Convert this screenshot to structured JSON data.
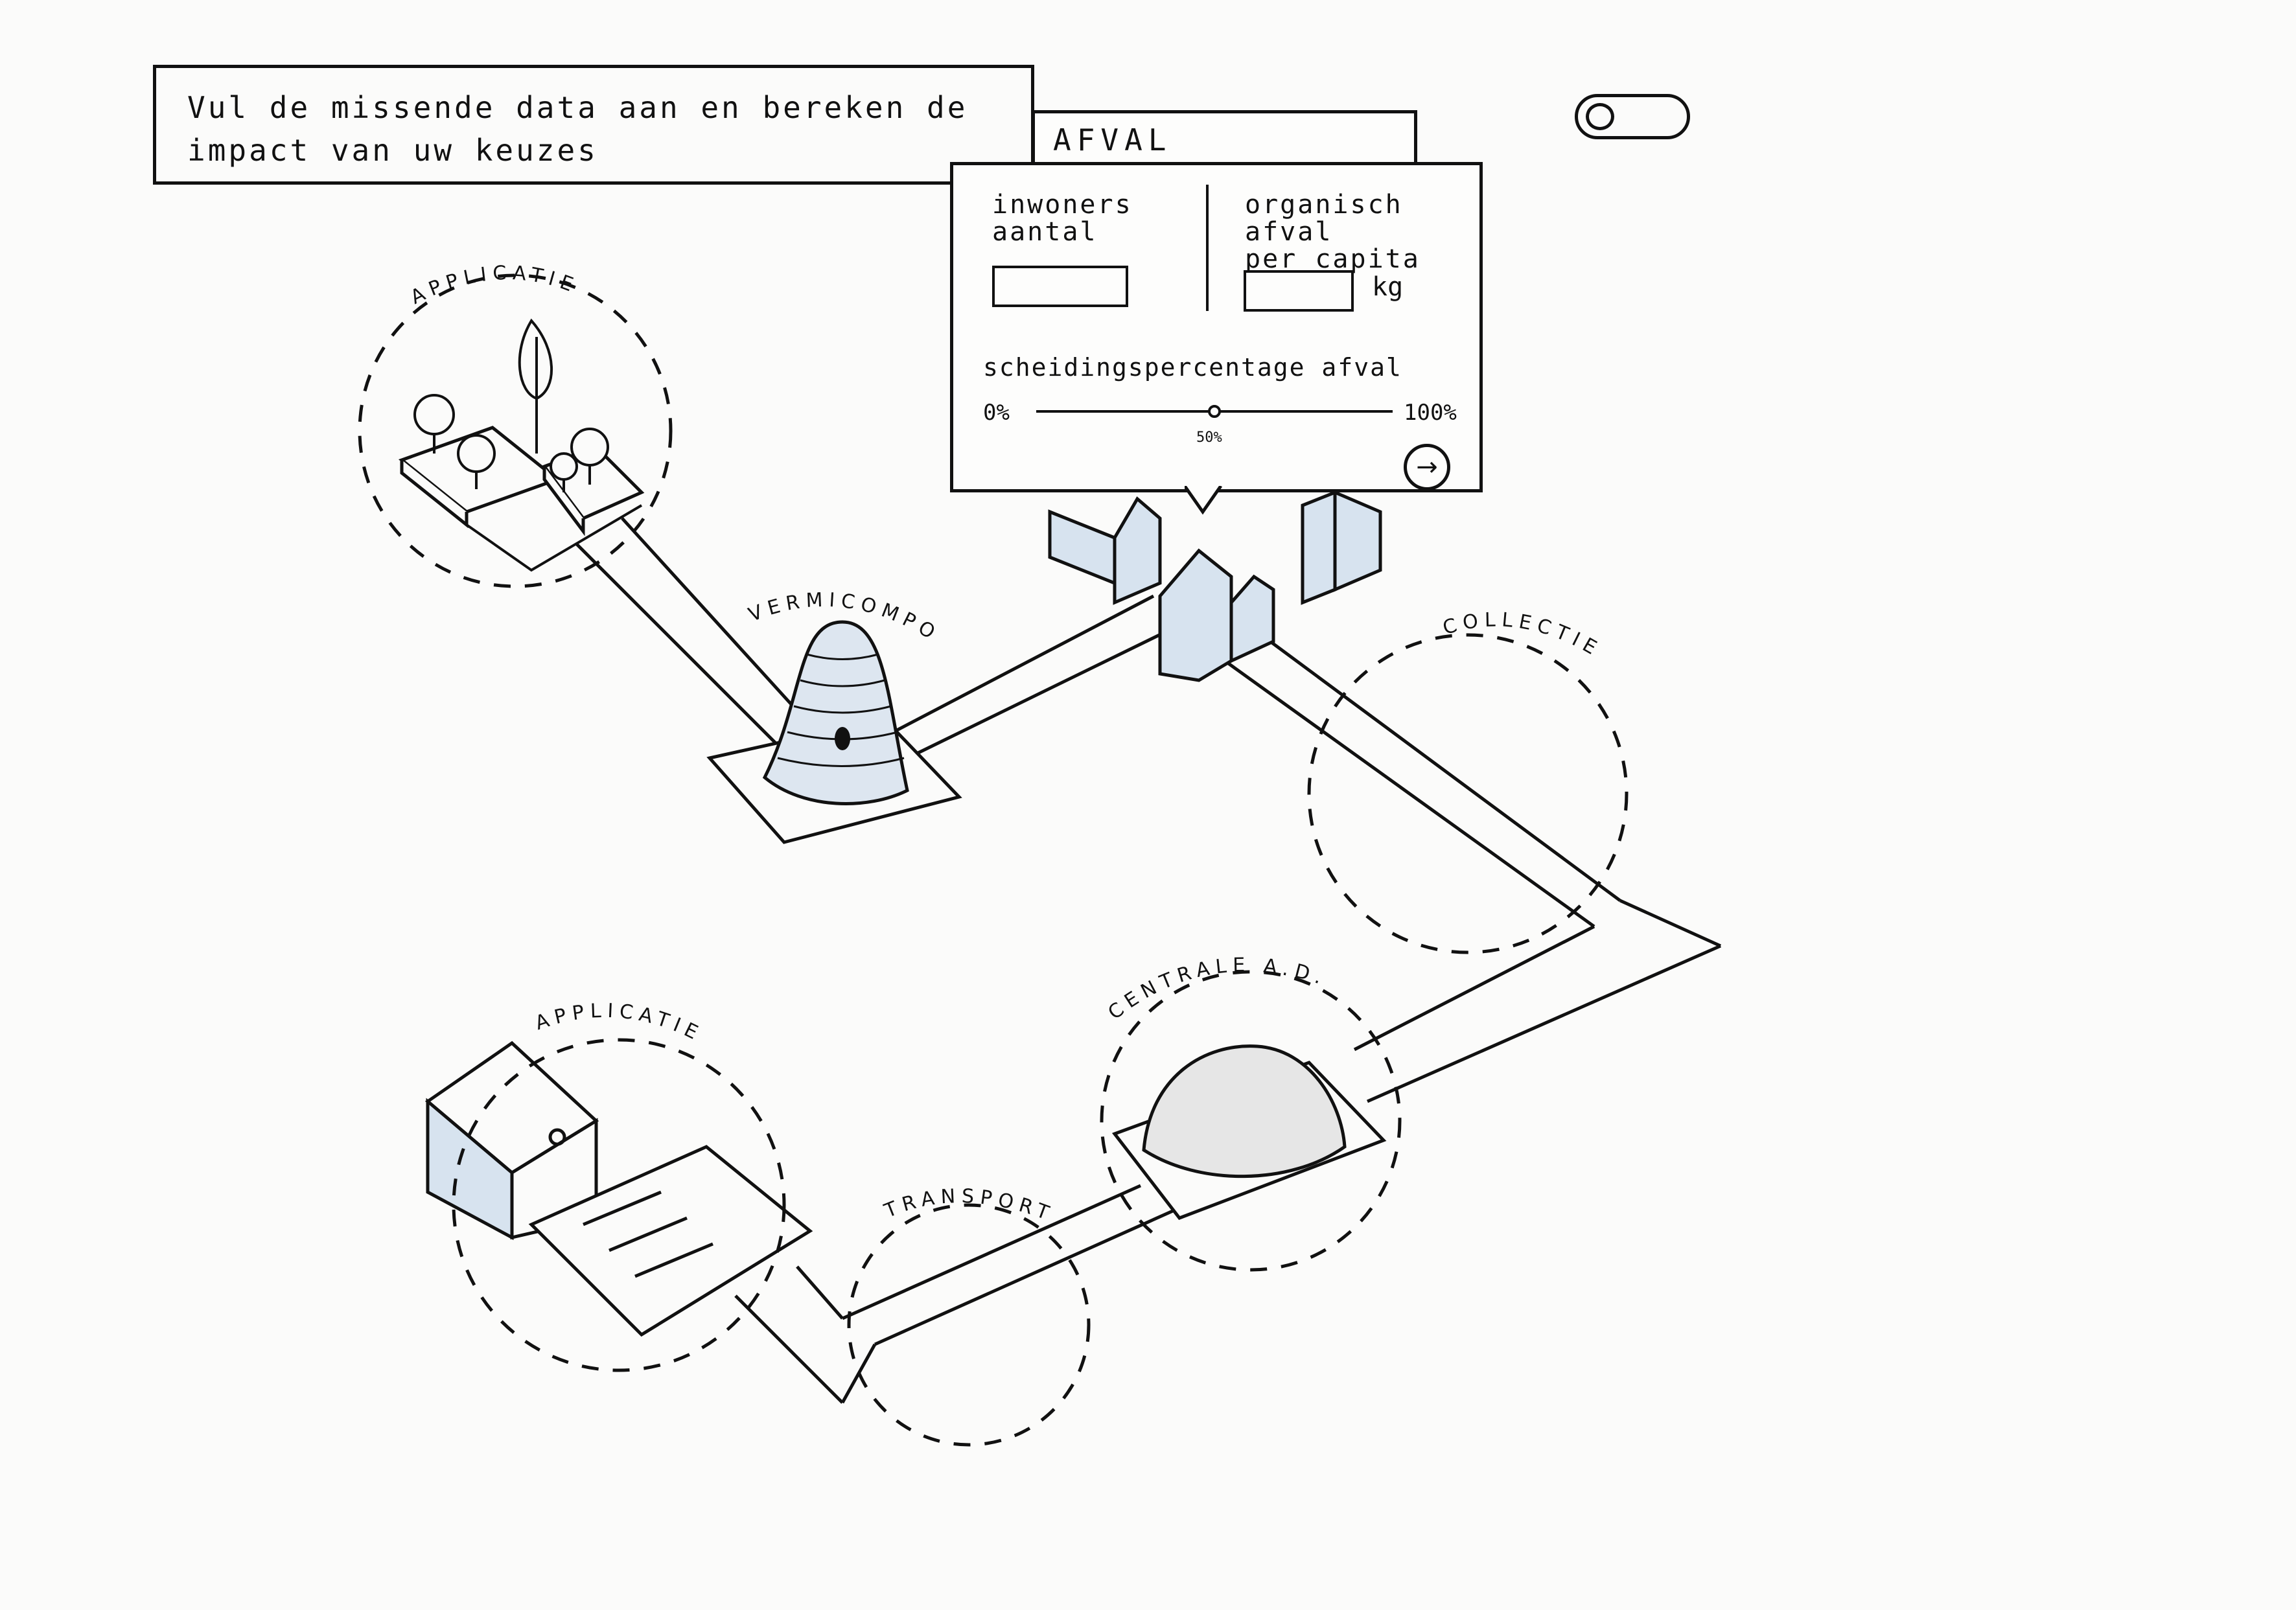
{
  "instruction": {
    "text": "Vul de missende data aan en bereken de impact van uw keuzes"
  },
  "toggle": {
    "state": "off"
  },
  "panel": {
    "title": "AFVAL PRODUCTIE",
    "inhabitants": {
      "label": "inwoners\naantal",
      "value": ""
    },
    "organic_waste": {
      "label": "organisch afval\nper capita",
      "value": "",
      "unit": "kg"
    },
    "separation": {
      "label": "scheidingspercentage afval",
      "min_label": "0%",
      "max_label": "100%",
      "value_label": "50%",
      "value": 50
    },
    "next_icon": "arrow-right-icon"
  },
  "map": {
    "labels": {
      "application_top": "APPLICATIE",
      "vermicompost": "VERMICOMPOST",
      "collection": "COLLECTIE",
      "central_ad": "CENTRALE A.D.",
      "application_bottom": "APPLICATIE",
      "transport": "TRANSPORT"
    },
    "colors": {
      "building_fill": "#d7e3ef",
      "dome_fill": "#e6e6e6",
      "ink": "#111111"
    }
  }
}
